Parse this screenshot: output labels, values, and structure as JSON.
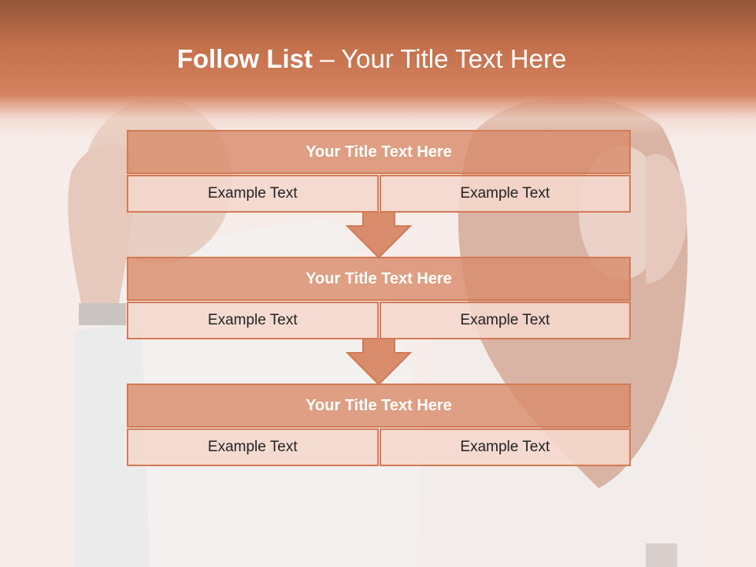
{
  "slide": {
    "title_bold": "Follow List",
    "title_light": " – Your Title Text Here"
  },
  "steps": [
    {
      "title": "Your Title Text Here",
      "left": "Example Text",
      "right": "Example Text"
    },
    {
      "title": "Your Title Text Here",
      "left": "Example Text",
      "right": "Example Text"
    },
    {
      "title": "Your Title Text Here",
      "left": "Example Text",
      "right": "Example Text"
    }
  ],
  "colors": {
    "accent": "#d27a55",
    "header_dark": "#93573a",
    "title_fill": "#d98c6c",
    "cell_fill": "#f4d7cd",
    "arrow_fill": "#d98c6c"
  }
}
